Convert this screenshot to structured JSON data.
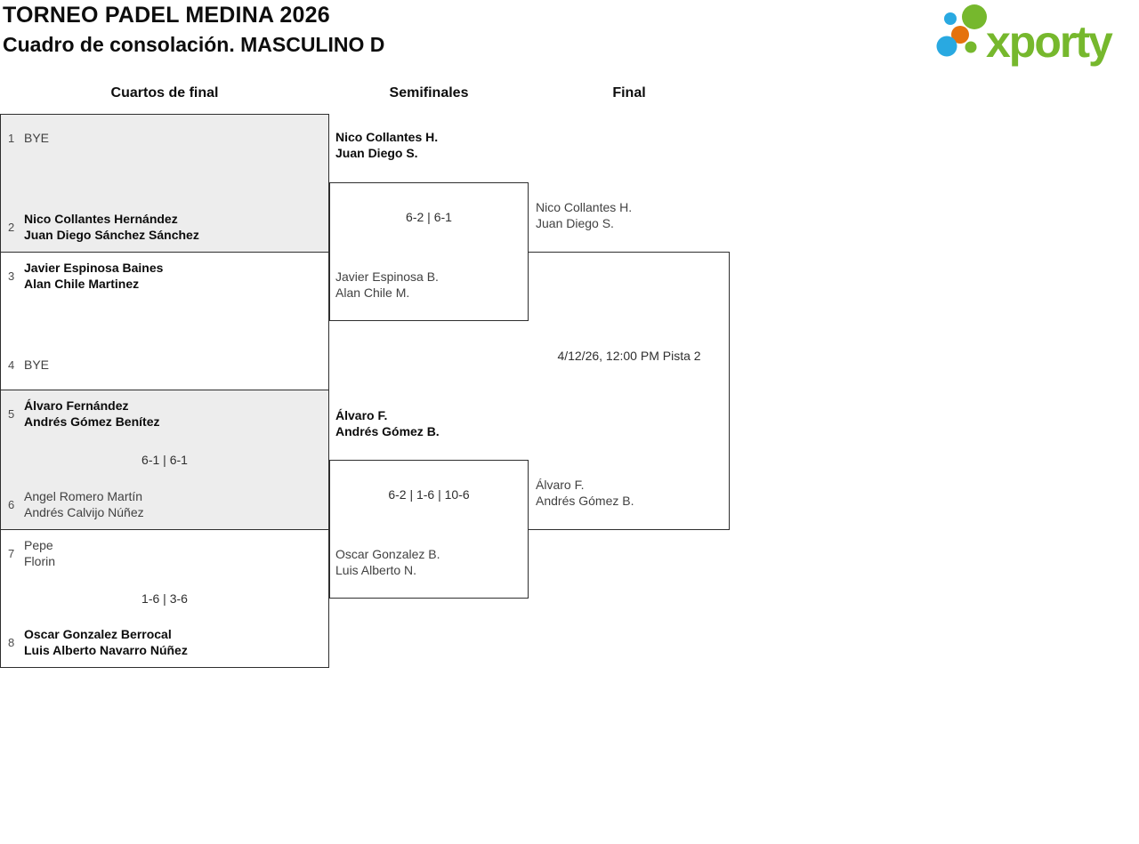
{
  "page": {
    "title_line1": "TORNEO PADEL MEDINA 2026",
    "title_line2": "Cuadro de consolación. MASCULINO D"
  },
  "logo": {
    "wordmark": "xporty"
  },
  "colors": {
    "logo_green": "#76b82d",
    "logo_blue": "#29a9e1",
    "logo_orange": "#e5720d",
    "box_border": "#2e2e2e",
    "box_alt_bg": "#ededed"
  },
  "round_headers": {
    "quarterfinals": "Cuartos de final",
    "semifinals": "Semifinales",
    "final": "Final"
  },
  "bracket": {
    "quarterfinals": [
      {
        "score": "",
        "top": {
          "seed": "1",
          "line1": "BYE",
          "line2": "",
          "winner": false
        },
        "bottom": {
          "seed": "2",
          "line1": "Nico Collantes Hernández",
          "line2": "Juan Diego Sánchez Sánchez",
          "winner": true
        }
      },
      {
        "score": "",
        "top": {
          "seed": "3",
          "line1": "Javier Espinosa Baines",
          "line2": "Alan Chile Martinez",
          "winner": true
        },
        "bottom": {
          "seed": "4",
          "line1": "BYE",
          "line2": "",
          "winner": false
        }
      },
      {
        "score": "6-1 | 6-1",
        "top": {
          "seed": "5",
          "line1": "Álvaro Fernández",
          "line2": "Andrés Gómez Benítez",
          "winner": true
        },
        "bottom": {
          "seed": "6",
          "line1": "Angel Romero Martín",
          "line2": "Andrés Calvijo Núñez",
          "winner": false
        }
      },
      {
        "score": "1-6 | 3-6",
        "top": {
          "seed": "7",
          "line1": "Pepe",
          "line2": "Florin",
          "winner": false
        },
        "bottom": {
          "seed": "8",
          "line1": "Oscar Gonzalez Berrocal",
          "line2": "Luis Alberto Navarro Núñez",
          "winner": true
        }
      }
    ],
    "semifinals": [
      {
        "score": "6-2 | 6-1",
        "top": {
          "line1": "Nico Collantes H.",
          "line2": "Juan Diego S.",
          "winner": true
        },
        "bottom": {
          "line1": "Javier Espinosa B.",
          "line2": "Alan Chile M.",
          "winner": false
        }
      },
      {
        "score": "6-2 | 1-6 | 10-6",
        "top": {
          "line1": "Álvaro F.",
          "line2": "Andrés Gómez B.",
          "winner": true
        },
        "bottom": {
          "line1": "Oscar Gonzalez B.",
          "line2": "Luis Alberto N.",
          "winner": false
        }
      }
    ],
    "final": {
      "schedule": "4/12/26, 12:00 PM Pista 2",
      "top": {
        "line1": "Nico Collantes H.",
        "line2": "Juan Diego S."
      },
      "bottom": {
        "line1": "Álvaro F.",
        "line2": "Andrés Gómez B."
      }
    }
  }
}
